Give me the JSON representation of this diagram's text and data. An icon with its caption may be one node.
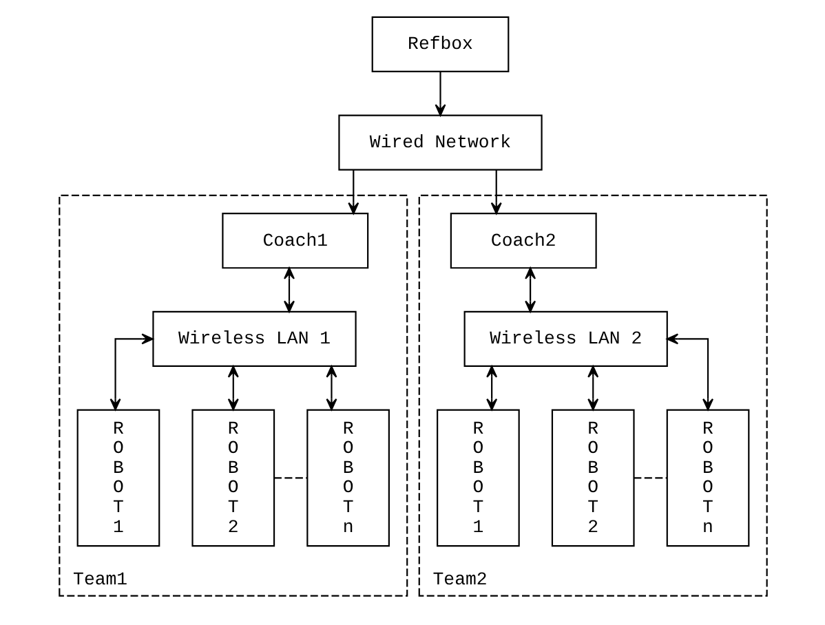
{
  "diagram": {
    "nodes": [
      {
        "text": [
          "Refbox"
        ]
      },
      {
        "text": [
          "Wired Network"
        ]
      },
      {
        "text": [
          "Team1"
        ]
      },
      {
        "text": [
          "Coach1"
        ],
        "in": 2
      },
      {
        "text": [
          "Wireless LAN 1"
        ],
        "in": 2
      },
      {
        "text": [
          "R O B O T 1"
        ],
        "in": 2
      },
      {
        "text": [
          "R O B O T 2"
        ],
        "in": 2
      },
      {
        "text": [
          "R O B O T n"
        ],
        "in": 2
      },
      {
        "text": [
          "Team2"
        ]
      },
      {
        "text": [
          "Coach2"
        ],
        "in": 8
      },
      {
        "text": [
          "Wireless LAN 2"
        ],
        "in": 8
      },
      {
        "text": [
          "R O B O T 1"
        ],
        "in": 8
      },
      {
        "text": [
          "R O B O T 2"
        ],
        "in": 8
      },
      {
        "text": [
          "R O B O T n"
        ],
        "in": 8
      }
    ],
    "edges": [
      {
        "from": 0,
        "to": 1,
        "arrow": "to"
      },
      {
        "from": 1,
        "to": 3,
        "arrow": "to"
      },
      {
        "from": 1,
        "to": 9,
        "arrow": "to"
      },
      {
        "from": 3,
        "to": 4,
        "arrow": "both"
      },
      {
        "from": 4,
        "to": 5,
        "arrow": "both"
      },
      {
        "from": 4,
        "to": 6,
        "arrow": "both"
      },
      {
        "from": 4,
        "to": 7,
        "arrow": "both"
      },
      {
        "from": 6,
        "to": 7,
        "arrow": "none",
        "style": "dashed"
      },
      {
        "from": 9,
        "to": 10,
        "arrow": "both"
      },
      {
        "from": 10,
        "to": 11,
        "arrow": "both"
      },
      {
        "from": 10,
        "to": 12,
        "arrow": "both"
      },
      {
        "from": 10,
        "to": 13,
        "arrow": "both"
      },
      {
        "from": 12,
        "to": 13,
        "arrow": "none",
        "style": "dashed"
      }
    ]
  }
}
